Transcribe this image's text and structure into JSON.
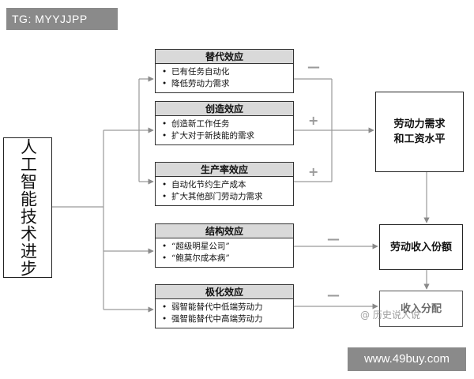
{
  "watermarks": {
    "top_label": "TG: MYYJJPP",
    "bottom_label": "www.49buy.com",
    "mid_label": "@ 历史说人说"
  },
  "main_node": {
    "label": "人工智能技术进步"
  },
  "effects": [
    {
      "id": "substitution",
      "title": "替代效应",
      "items": [
        "已有任务自动化",
        "降低劳动力需求"
      ],
      "sign": "—"
    },
    {
      "id": "creation",
      "title": "创造效应",
      "items": [
        "创造新工作任务",
        "扩大对于新技能的需求"
      ],
      "sign": "+"
    },
    {
      "id": "productivity",
      "title": "生产率效应",
      "items": [
        "自动化节约生产成本",
        "扩大其他部门劳动力需求"
      ],
      "sign": "+"
    },
    {
      "id": "structural",
      "title": "结构效应",
      "items": [
        "“超级明星公司”",
        "“鲍莫尔成本病”"
      ],
      "sign": "—"
    },
    {
      "id": "polarization",
      "title": "极化效应",
      "items": [
        "弱智能替代中低端劳动力",
        "强智能替代中高端劳动力"
      ],
      "sign": "—"
    }
  ],
  "bullet_symbol": "•",
  "outcomes": {
    "labor_demand": {
      "line1": "劳动力需求",
      "line2": "和工资水平"
    },
    "labor_share": {
      "label": "劳动收入份额"
    },
    "income_distribution": {
      "label": "收入分配"
    }
  },
  "colors": {
    "title_fill": "#d9d9d9",
    "line": "#9a9a9a",
    "box_border": "#222222",
    "watermark_bg": "#8a8a8a"
  }
}
